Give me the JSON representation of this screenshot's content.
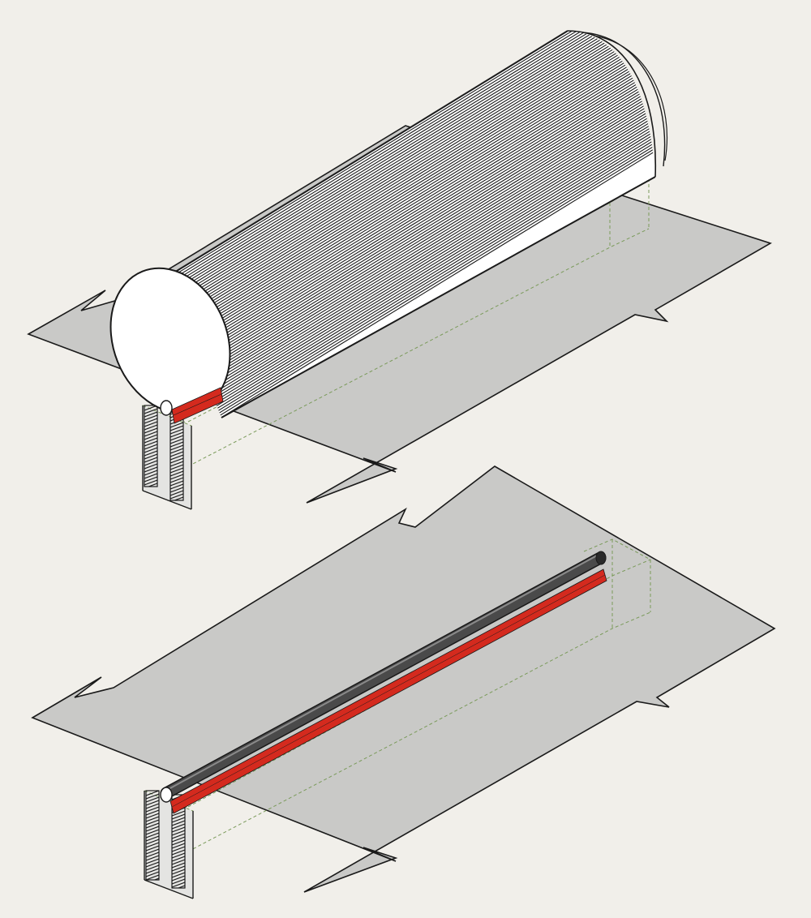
{
  "colors": {
    "background": "#f1efea",
    "surface": "#c9c9c7",
    "outline": "#1a1a1a",
    "hidden_edge": "#7a9a5a",
    "tube_hatch": "#1a1a1a",
    "tube_face": "#ffffff",
    "strip": "#d42a1e",
    "rod": "#3a3a3a"
  },
  "panels": [
    {
      "name": "upper-panel",
      "components": [
        "sheet",
        "trench",
        "hatched-cylinder",
        "red-strip",
        "rod-end"
      ]
    },
    {
      "name": "lower-panel",
      "components": [
        "sheet",
        "trench",
        "rod",
        "red-strip"
      ]
    }
  ]
}
